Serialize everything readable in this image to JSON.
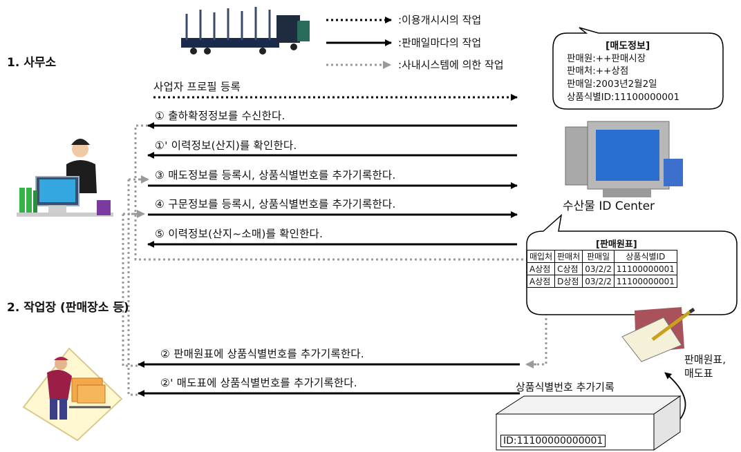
{
  "sections": {
    "office": "1. 사무소",
    "workplace": "2. 작업장 (판매장소 등)"
  },
  "legend": {
    "dotted": ":이용개시시의 작업",
    "solid": ":판매일마다의 작업",
    "gray": ":사내시스템에 의한 작업"
  },
  "arrows": {
    "profile": "사업자 프로필 등록",
    "a1": "① 출하확정정보를 수신한다.",
    "a1b": "①' 이력정보(산지)를 확인한다.",
    "a3": "③ 매도정보를 등록시, 상품식별번호를 추가기록한다.",
    "a4": "④ 구문정보를 등록시, 상품식별번호를 추가기록한다.",
    "a5": "⑤ 이력정보(산지~소매)를 확인한다.",
    "a2": "② 판매원표에 상품식별번호를 추가기록한다.",
    "a2b": "②' 매도표에 상품식별번호를 추가기록한다."
  },
  "sale_info": {
    "title": "[매도정보]",
    "seller": "판매원:++판매시장",
    "buyer": "판매처:++상점",
    "date": "판매일:2003년2월2일",
    "product_id": "상품식별ID:11100000001"
  },
  "center_label": "수산물 ID Center",
  "ledger": {
    "title": "[판매원표]",
    "headers": [
      "매입처",
      "판매처",
      "판매일",
      "상품식별ID"
    ],
    "rows": [
      [
        "A상점",
        "C상점",
        "03/2/2",
        "11100000001"
      ],
      [
        "A상점",
        "D상점",
        "03/2/2",
        "11100000001"
      ]
    ]
  },
  "slip_label_1": "판매원표,",
  "slip_label_2": "매도표",
  "id_add_label": "상품식별번호 추가기록",
  "barcode_id": "ID:11100000000001",
  "icons": [
    "truck-icon",
    "office-worker-icon",
    "computer-icon",
    "warehouse-worker-icon",
    "paper-pencil-icon",
    "label-printer-icon"
  ],
  "colors": {
    "arrow": "#000000",
    "gray_flow": "#9a9a9a",
    "monitor_screen": "#2a6fd0"
  }
}
